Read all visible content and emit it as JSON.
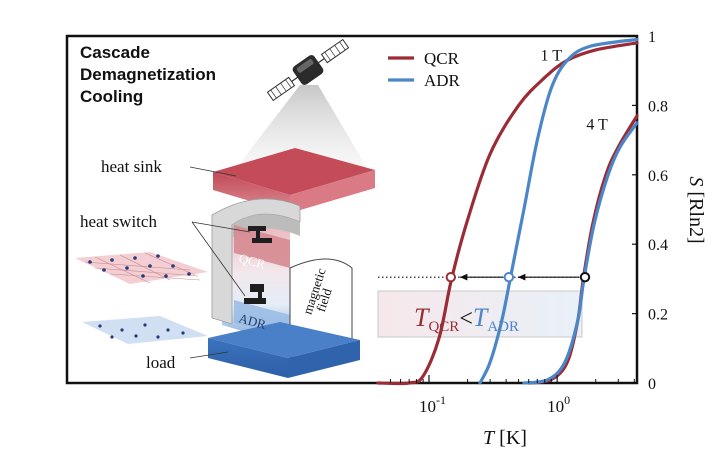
{
  "panel": {
    "title_lines": [
      "Cascade",
      "Demagnetization",
      "Cooling"
    ],
    "labels": {
      "heat_sink": "heat sink",
      "heat_switch": "heat switch",
      "load": "load",
      "qcr": "QCR",
      "adr": "ADR",
      "magnetic_line1": "magnetic",
      "magnetic_line2": "field"
    }
  },
  "colors": {
    "qcr": "#9b2c35",
    "adr": "#4a86c8",
    "heat_sink": "#c9545f",
    "load": "#3f78c2"
  },
  "chart_data": {
    "type": "line",
    "xscale": "log",
    "xlim": [
      0.04,
      4.2
    ],
    "ylim": [
      0,
      1
    ],
    "xlabel": "T",
    "xlabel_unit": "[K]",
    "ylabel": "S",
    "ylabel_unit": "[Rln2]",
    "x_ticks": [
      {
        "value": 0.1,
        "base": "10",
        "exp": "-1"
      },
      {
        "value": 1,
        "base": "10",
        "exp": "0"
      }
    ],
    "y_ticks": [
      {
        "value": 0,
        "label": "0"
      },
      {
        "value": 0.2,
        "label": "0.2"
      },
      {
        "value": 0.4,
        "label": "0.4"
      },
      {
        "value": 0.6,
        "label": "0.6"
      },
      {
        "value": 0.8,
        "label": "0.8"
      },
      {
        "value": 1,
        "label": "1"
      }
    ],
    "legend_position": "top-left",
    "legend": [
      {
        "name": "QCR",
        "color": "#9b2c35"
      },
      {
        "name": "ADR",
        "color": "#4a86c8"
      }
    ],
    "field_labels": [
      {
        "text": "1 T",
        "x": 0.9,
        "y": 0.93
      },
      {
        "text": "4 T",
        "x": 2.05,
        "y": 0.73
      }
    ],
    "series": [
      {
        "name": "QCR",
        "field": "1 T",
        "color": "#9b2c35",
        "points": [
          [
            0.04,
            0.0
          ],
          [
            0.07,
            0.0
          ],
          [
            0.09,
            0.02
          ],
          [
            0.12,
            0.13
          ],
          [
            0.15,
            0.3
          ],
          [
            0.2,
            0.47
          ],
          [
            0.3,
            0.66
          ],
          [
            0.5,
            0.8
          ],
          [
            0.8,
            0.88
          ],
          [
            1.2,
            0.93
          ],
          [
            2.0,
            0.96
          ],
          [
            4.2,
            0.98
          ]
        ]
      },
      {
        "name": "ADR",
        "field": "1 T",
        "color": "#4a86c8",
        "points": [
          [
            0.25,
            0.0
          ],
          [
            0.3,
            0.06
          ],
          [
            0.37,
            0.18
          ],
          [
            0.43,
            0.3
          ],
          [
            0.55,
            0.5
          ],
          [
            0.7,
            0.7
          ],
          [
            0.9,
            0.85
          ],
          [
            1.2,
            0.93
          ],
          [
            1.8,
            0.97
          ],
          [
            4.2,
            0.99
          ]
        ]
      },
      {
        "name": "QCR",
        "field": "4 T",
        "color": "#9b2c35",
        "points": [
          [
            0.6,
            0.0
          ],
          [
            0.9,
            0.01
          ],
          [
            1.2,
            0.06
          ],
          [
            1.45,
            0.18
          ],
          [
            1.6,
            0.3
          ],
          [
            1.9,
            0.46
          ],
          [
            2.4,
            0.6
          ],
          [
            3.0,
            0.68
          ],
          [
            4.2,
            0.77
          ]
        ]
      },
      {
        "name": "ADR",
        "field": "4 T",
        "color": "#4a86c8",
        "points": [
          [
            0.55,
            0.0
          ],
          [
            0.85,
            0.01
          ],
          [
            1.15,
            0.06
          ],
          [
            1.45,
            0.18
          ],
          [
            1.62,
            0.3
          ],
          [
            1.95,
            0.46
          ],
          [
            2.5,
            0.6
          ],
          [
            3.1,
            0.68
          ],
          [
            4.2,
            0.75
          ]
        ]
      }
    ],
    "cascade_markers": [
      {
        "x": 1.65,
        "y": 0.305,
        "fill": "#ffffff",
        "stroke": "#111111"
      },
      {
        "x": 0.42,
        "y": 0.305,
        "fill": "#ffffff",
        "stroke": "#4a86c8"
      },
      {
        "x": 0.148,
        "y": 0.305,
        "fill": "#ffffff",
        "stroke": "#9b2c35"
      }
    ],
    "cascade_line": {
      "x_start": 0.04,
      "x_end": 1.65,
      "y": 0.305
    },
    "annotation": {
      "left_T": "T",
      "left_sub": "QCR",
      "relation": "<",
      "right_T": "T",
      "right_sub": "ADR"
    }
  }
}
